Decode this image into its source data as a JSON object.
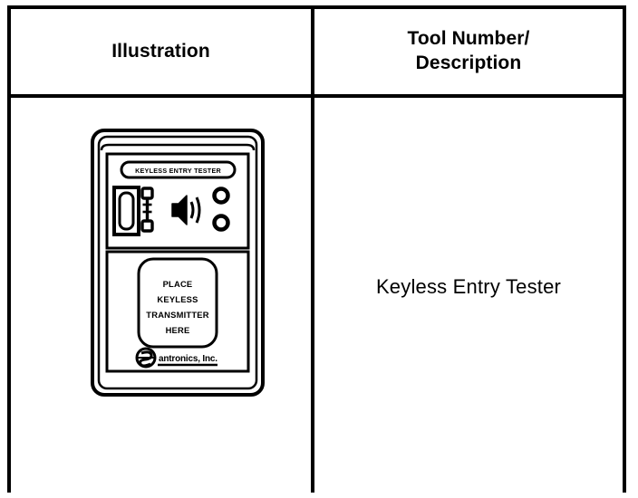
{
  "table": {
    "headers": {
      "illustration": "Illustration",
      "description_line1": "Tool Number/",
      "description_line2": "Description"
    },
    "rows": [
      {
        "description": "Keyless Entry Tester",
        "illustration": {
          "type": "keyless-entry-tester-device",
          "badge_label": "KEYLESS ENTRY TESTER",
          "pad_lines": [
            "PLACE",
            "KEYLESS",
            "TRANSMITTER",
            "HERE"
          ],
          "brand": "antronics, Inc.",
          "indicators": [
            "led-upper",
            "led-lower"
          ],
          "icons": [
            "display-window",
            "antenna-connector",
            "speaker-icon"
          ]
        }
      }
    ]
  },
  "colors": {
    "ink": "#000000",
    "paper": "#ffffff"
  }
}
